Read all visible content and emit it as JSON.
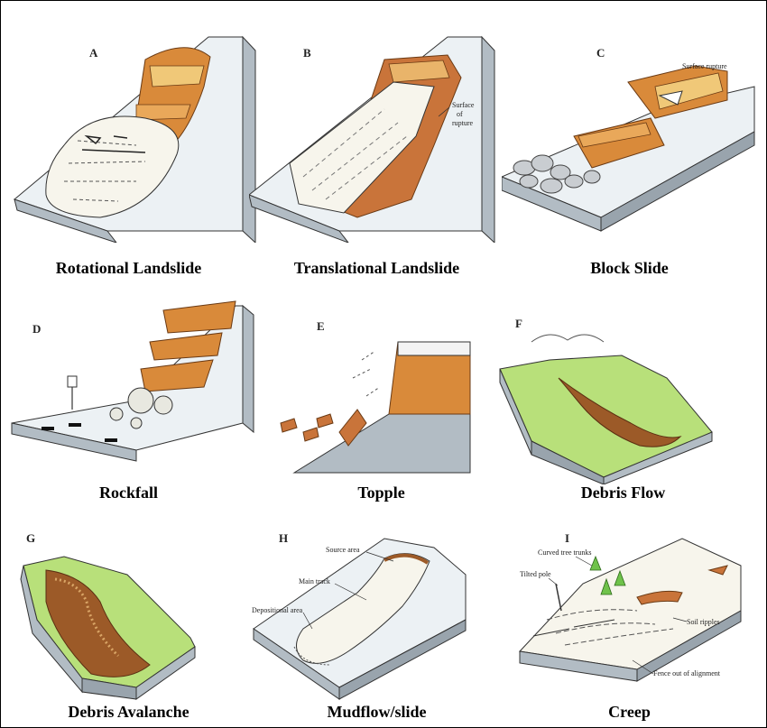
{
  "panels": [
    {
      "letter": "A",
      "caption": "Rotational Landslide"
    },
    {
      "letter": "B",
      "caption": "Translational Landslide",
      "labels": {
        "surface": "Surface",
        "of": "of",
        "rupture": "rupture"
      }
    },
    {
      "letter": "C",
      "caption": "Block Slide",
      "labels": {
        "surface_rupture": "Surface rupture"
      }
    },
    {
      "letter": "D",
      "caption": "Rockfall"
    },
    {
      "letter": "E",
      "caption": "Topple"
    },
    {
      "letter": "F",
      "caption": "Debris Flow"
    },
    {
      "letter": "G",
      "caption": "Debris Avalanche"
    },
    {
      "letter": "H",
      "caption": "Mudflow/slide",
      "labels": {
        "source_area": "Source area",
        "main_track": "Main track",
        "depositional_area": "Depositional area"
      }
    },
    {
      "letter": "I",
      "caption": "Creep",
      "labels": {
        "curved_tree_trunks": "Curved tree trunks",
        "tilted_pole": "Tilted pole",
        "soil_ripples": "Soil ripples",
        "fence": "Fence out of alignment"
      }
    }
  ],
  "colors": {
    "slope_face": "#ecf1f4",
    "slope_side": "#b2bcc4",
    "rock_orange": "#d98a3a",
    "rock_dark": "#8a4a1e",
    "debris": "#f7f5ec",
    "grass": "#b8e07a",
    "mud": "#9c5a28"
  }
}
